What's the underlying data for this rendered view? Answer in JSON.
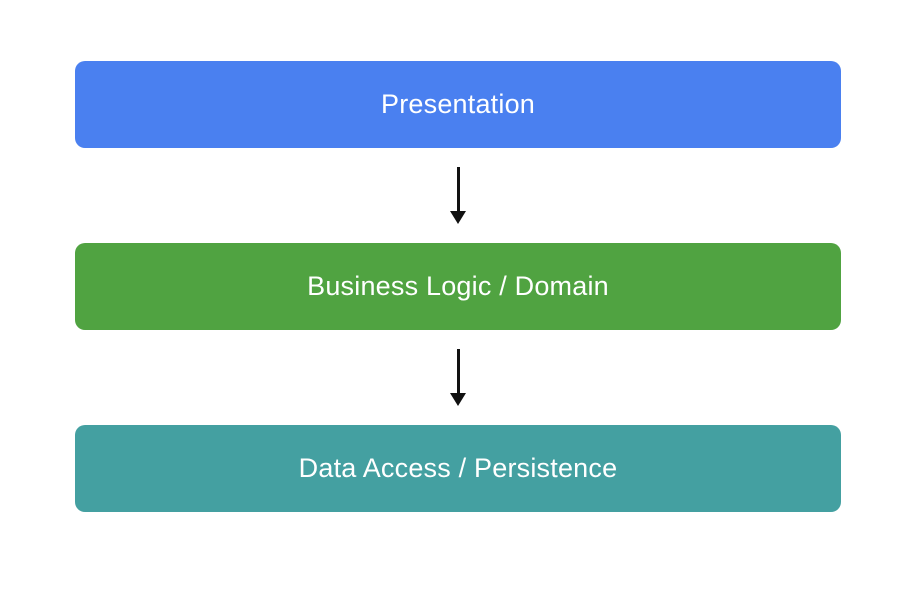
{
  "diagram": {
    "type": "layered-architecture",
    "background": "#ffffff",
    "text_color": "#ffffff",
    "arrow_color": "#111111",
    "layers": [
      {
        "label": "Presentation",
        "color": "#4A80F0"
      },
      {
        "label": "Business Logic / Domain",
        "color": "#50A341"
      },
      {
        "label": "Data Access / Persistence",
        "color": "#44A0A1"
      }
    ]
  }
}
